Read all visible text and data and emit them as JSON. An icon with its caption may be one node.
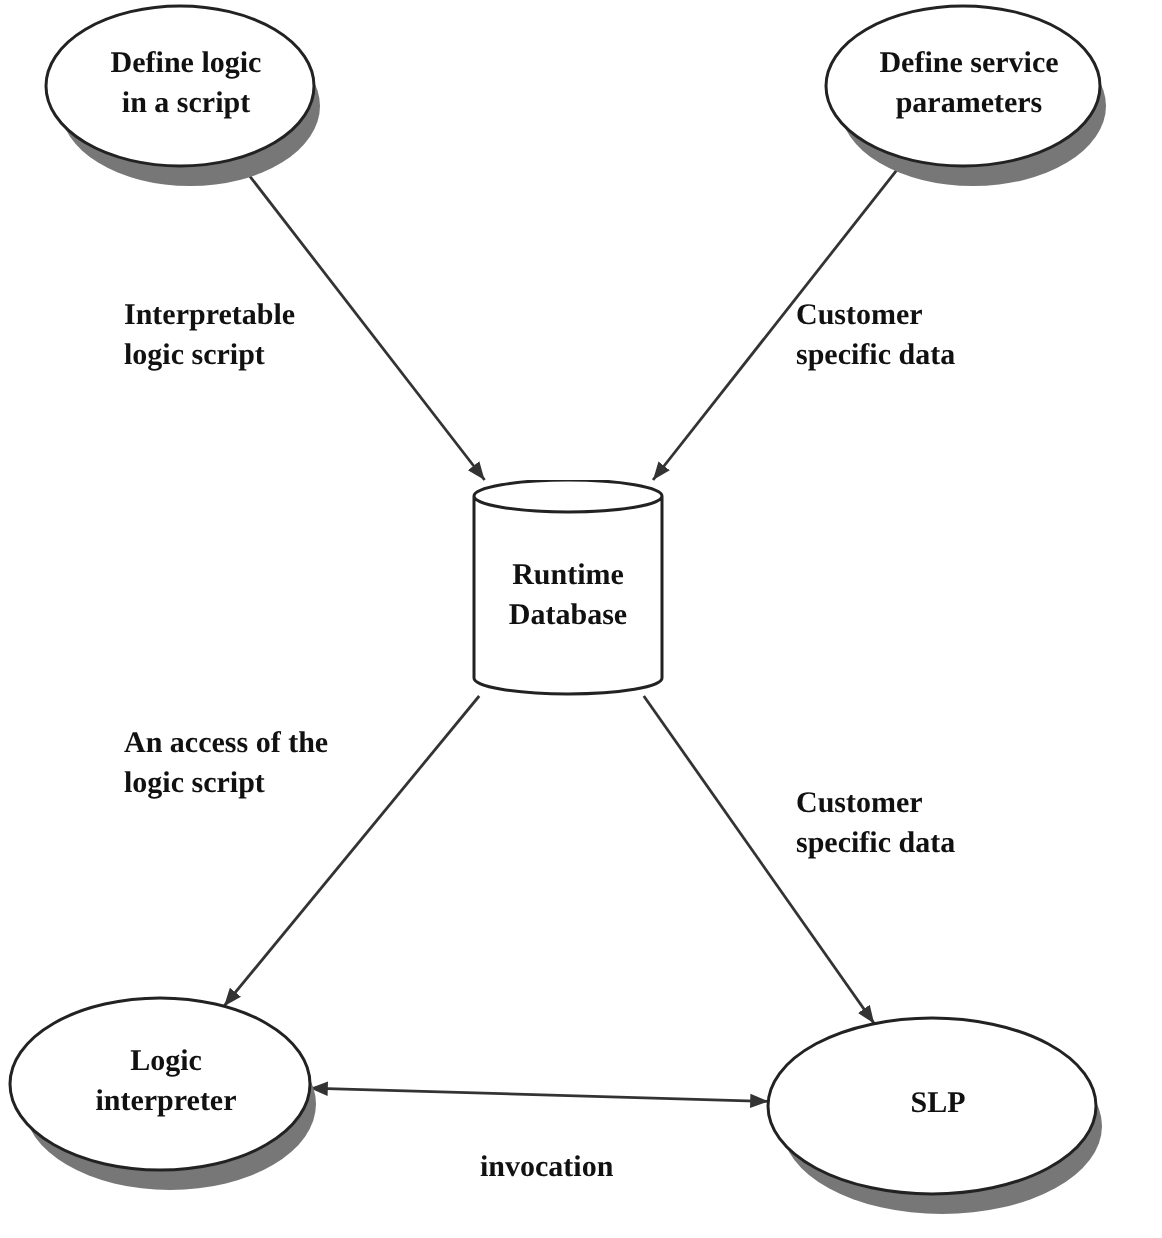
{
  "diagram": {
    "nodes": [
      {
        "text": [
          "Define logic in a script"
        ]
      },
      {
        "text": [
          "Define service parameters"
        ]
      },
      {
        "text": [
          "Runtime Database"
        ]
      },
      {
        "text": [
          "Logic interpreter"
        ]
      },
      {
        "text": [
          "SLP"
        ]
      }
    ],
    "edges": [
      {
        "from": 0,
        "to": 2,
        "arrow": "to",
        "label": "Interpretable logic script"
      },
      {
        "from": 1,
        "to": 2,
        "arrow": "to",
        "label": "Customer specific data"
      },
      {
        "from": 2,
        "to": 3,
        "arrow": "to",
        "label": "An access of the logic script"
      },
      {
        "from": 2,
        "to": 4,
        "arrow": "to",
        "label": "Customer specific data"
      },
      {
        "from": 3,
        "to": 4,
        "arrow": "both",
        "label": "invocation"
      }
    ]
  }
}
